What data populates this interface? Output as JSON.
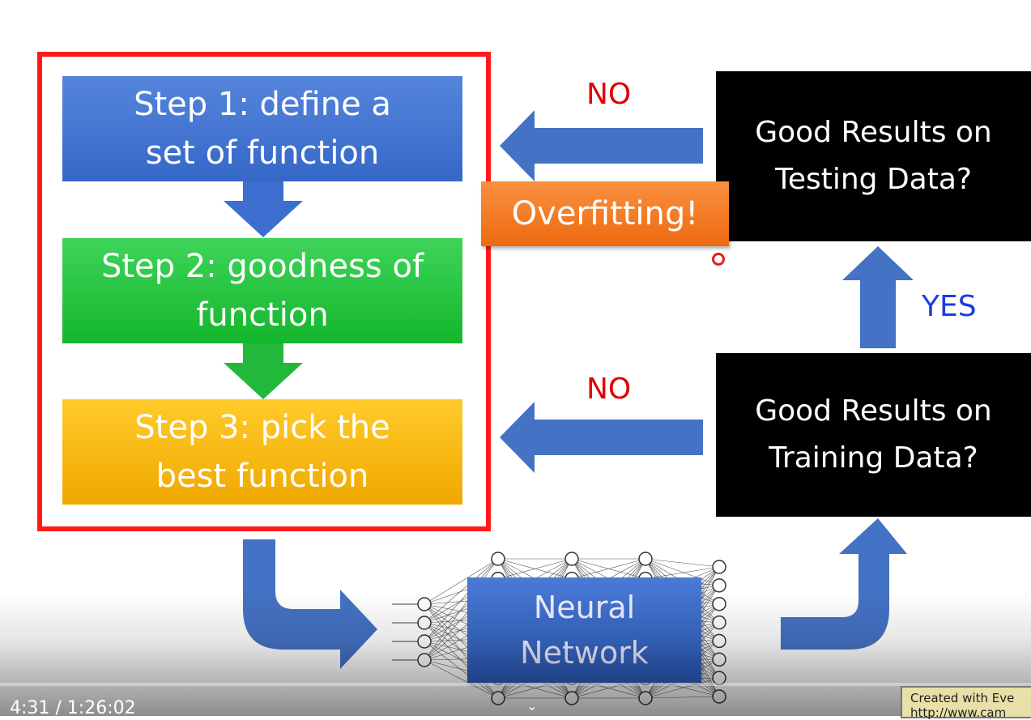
{
  "slide": {
    "steps": [
      {
        "label": "Step 1: define a set of function",
        "color": "#3d6fd0"
      },
      {
        "label": "Step 2: goodness of function",
        "color": "#22c23c"
      },
      {
        "label": "Step 3: pick the best function",
        "color": "#f8b800"
      }
    ],
    "frame_color": "#ff1a1a",
    "decisions": {
      "testing": "Good Results on Testing Data?",
      "training": "Good Results on Training Data?"
    },
    "no_top": "NO",
    "no_bottom": "NO",
    "yes": "YES",
    "overfitting": "Overfitting!",
    "network": "Neural Network",
    "arrow_color": "#4472c4"
  },
  "player": {
    "time": "4:31 / 1:26:02",
    "watermark_line1": "Created with Eve",
    "watermark_line2": "http://www.cam"
  }
}
